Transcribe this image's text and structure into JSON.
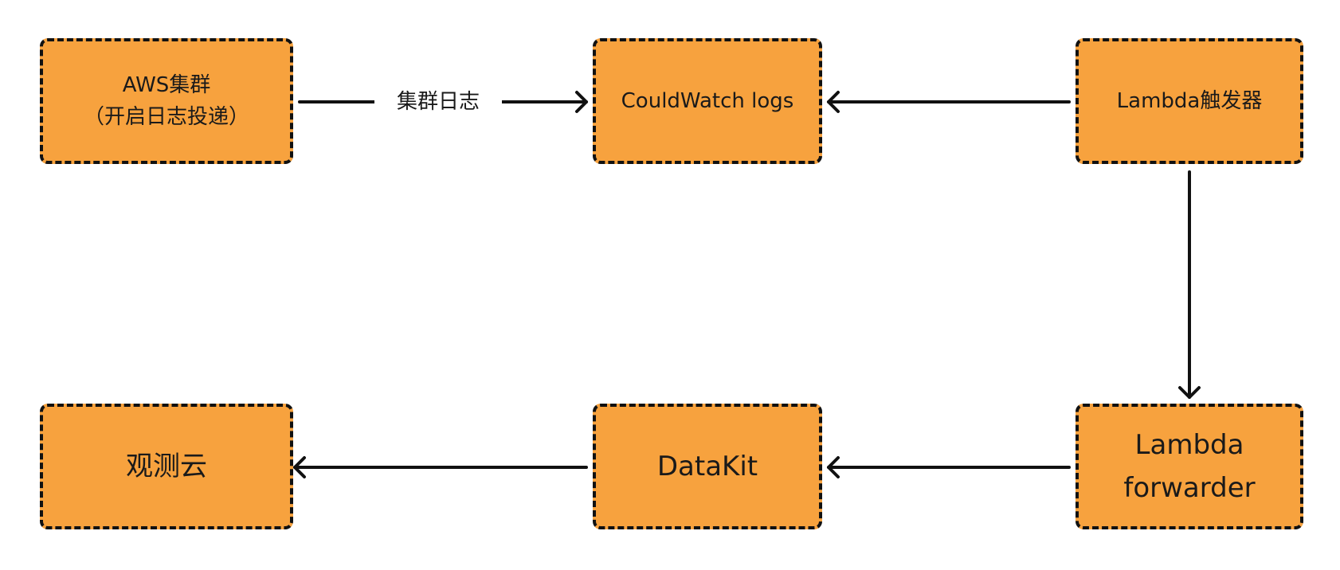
{
  "nodes": {
    "aws_cluster": {
      "line1": "AWS集群",
      "line2": "（开启日志投递）"
    },
    "cloudwatch": {
      "label": "CouldWatch logs"
    },
    "lambda_trigger": {
      "label": "Lambda触发器"
    },
    "lambda_forwarder": {
      "line1": "Lambda",
      "line2": "forwarder"
    },
    "datakit": {
      "label": "DataKit"
    },
    "guance": {
      "label": "观测云"
    }
  },
  "edges": {
    "aws_to_cloudwatch": {
      "label": "集群日志"
    }
  },
  "colors": {
    "node_fill": "#F7A23E",
    "node_border": "#111111",
    "arrow": "#111111"
  }
}
